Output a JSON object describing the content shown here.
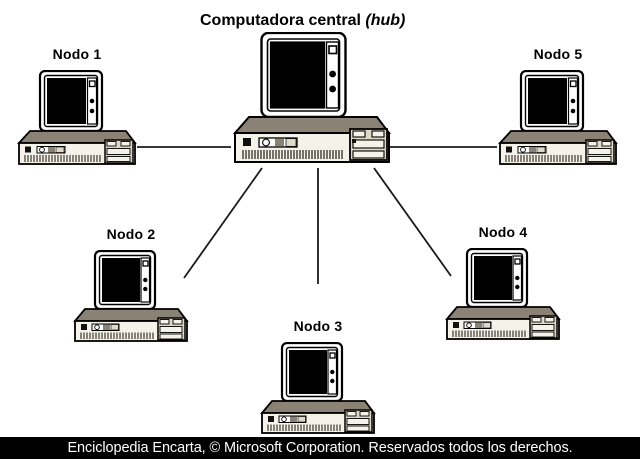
{
  "diagram": {
    "kind": "network-topology",
    "topology": "star",
    "background_color": "#ffffff",
    "line_color": "#1a1a1a"
  },
  "title": {
    "main": "Computadora central",
    "annotation": "(hub)"
  },
  "hub": {
    "id": "hub",
    "label": "Computadora central",
    "annotation": "(hub)"
  },
  "nodes": [
    {
      "id": "nodo-1",
      "label": "Nodo 1"
    },
    {
      "id": "nodo-2",
      "label": "Nodo 2"
    },
    {
      "id": "nodo-3",
      "label": "Nodo 3"
    },
    {
      "id": "nodo-4",
      "label": "Nodo 4"
    },
    {
      "id": "nodo-5",
      "label": "Nodo 5"
    }
  ],
  "caption": {
    "text": "Enciclopedia Encarta, © Microsoft Corporation. Reservados todos los derechos.",
    "background_color": "#000000",
    "text_color": "#ffffff"
  },
  "palette": {
    "screen": "#000000",
    "case_front": "#f4f2e9",
    "case_top": "#8a8274",
    "case_outline": "#000000",
    "drive_bay": "#ded9c6",
    "vent": "#4a463d"
  }
}
